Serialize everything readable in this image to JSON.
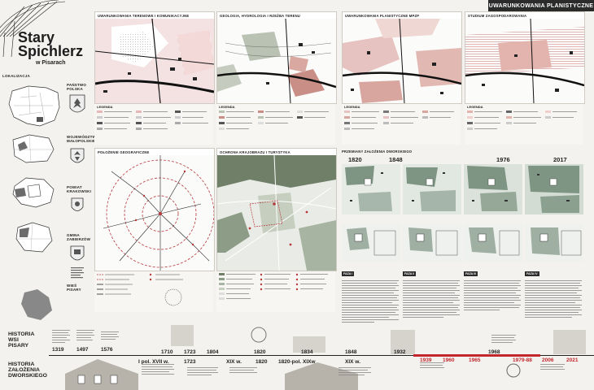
{
  "header": {
    "badge": "UWARUNKOWANIA PLANISTYCZNE"
  },
  "title": {
    "line1": "Stary",
    "line2": "Spichlerz",
    "subtitle": "w Pisarach"
  },
  "localization": {
    "heading": "LOKALIZACJA",
    "items": [
      {
        "label": "PAŃSTWO POLSKA"
      },
      {
        "label": "WOJEWÓDZTWO MAŁOPOLSKIE"
      },
      {
        "label": "POWIAT KRAKOWSKI"
      },
      {
        "label": "GMINA ZABIERZÓW"
      },
      {
        "label": "WIEŚ PISARY"
      }
    ]
  },
  "top_panels": [
    {
      "title": "UWARUNKOWANIA TERENOWE I KOMUNIKACYJNE"
    },
    {
      "title": "GEOLOGIA, HYDROLOGIA I RZEŹBA TERENU"
    },
    {
      "title": "UWARUNKOWANIA PLANISTYCZNE MPZP"
    },
    {
      "title": "STUDIUM ZAGOSPODAROWANIA"
    }
  ],
  "legend_label": "LEGENDA",
  "middle_panels": [
    {
      "title": "POŁOŻENIE GEOGRAFICZNE"
    },
    {
      "title": "OCHRONA KRAJOBRAZU I TURYSTYKA"
    },
    {
      "title": "PRZEMIANY ZAŁOŻENIA DWORSKIEGO"
    }
  ],
  "transformation_years": [
    "1820",
    "1848",
    "1976",
    "2017"
  ],
  "phases": [
    {
      "title": "I. TEREN OBJĘTY OPRACOWANIEM",
      "plate": "FAZA I"
    },
    {
      "title": "II. TEREN OBJĘTY OPRACOWANIEM",
      "plate": "FAZA II"
    },
    {
      "title": "III. TEREN OBJĘTY OPRACOWANIEM",
      "plate": "FAZA III"
    },
    {
      "title": "IV. TEREN OBJĘTY OPRACOWANIEM",
      "plate": "FAZA IV"
    }
  ],
  "history": {
    "village_heading": [
      "HISTORIA",
      "WSI",
      "PISARY"
    ],
    "manor_heading": [
      "HISTORIA",
      "ZAŁOŻENIA",
      "DWORSKIEGO"
    ],
    "village_years": [
      "1319",
      "1497",
      "1576",
      "1710",
      "1723",
      "1804",
      "1820",
      "1834",
      "1848",
      "1932",
      "1939",
      "1960",
      "1965",
      "1968",
      "1979-88",
      "2006",
      "2021"
    ],
    "manor_years": [
      "I pol. XVII w.",
      "1723",
      "XIX w.",
      "1820",
      "1820-pol. XIXw",
      "XIX w."
    ]
  }
}
